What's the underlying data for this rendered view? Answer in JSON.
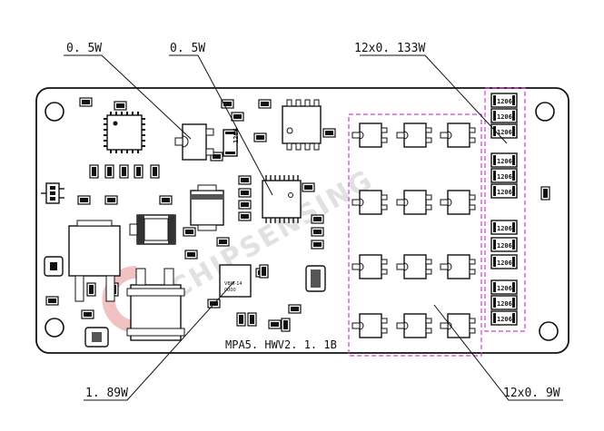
{
  "labels": {
    "top_left": "0. 5W",
    "top_mid": "0. 5W",
    "top_right": "12x0. 133W",
    "bottom_left": "1. 89W",
    "bottom_right": "12x0. 9W"
  },
  "board": {
    "version": "MPA5. HWV2. 1. 1B",
    "resistor_code": "1206",
    "vertical_resistor_code": "1206",
    "ic_marking_line1": "VBW-14",
    "ic_marking_line2": "0000",
    "watermark": "CHIPSENSING"
  },
  "colors": {
    "outline": "#111111",
    "dashed_boxes": "#d63bd6",
    "watermark_logo": "#e89a9a"
  }
}
